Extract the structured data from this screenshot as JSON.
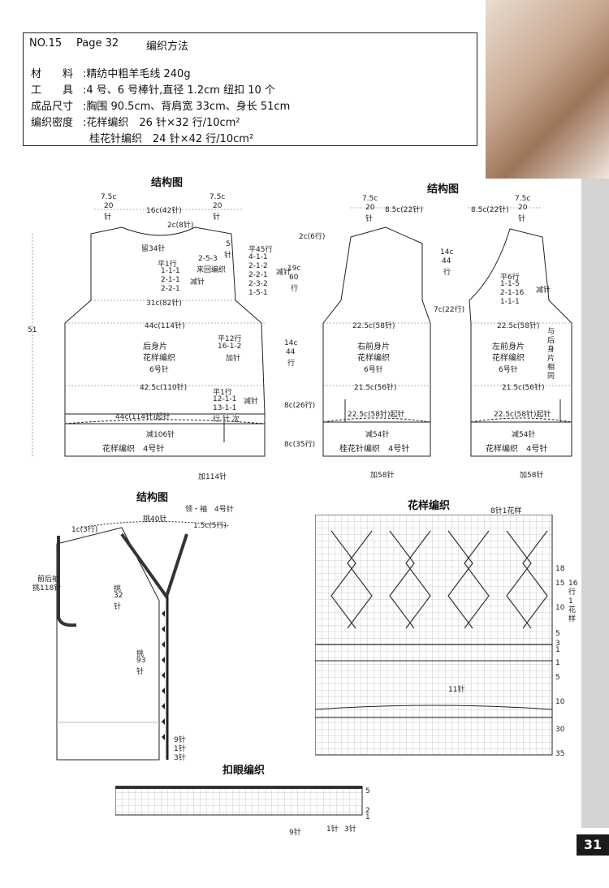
{
  "header": {
    "no": "NO.15",
    "page": "Page 32",
    "method": "编织方法",
    "rows": [
      {
        "label": "材　　料",
        "value": ":精纺中粗羊毛线 240g"
      },
      {
        "label": "工　　具",
        "value": ":4 号、6 号棒针,直径 1.2cm 纽扣 10 个"
      },
      {
        "label": "成品尺寸",
        "value": ":胸围 90.5cm、背肩宽 33cm、身长 51cm"
      },
      {
        "label": "编织密度",
        "value": ":花样编织　26 针×32 行/10cm²"
      },
      {
        "label": "",
        "value": "桂花针编织　24 针×42 行/10cm²"
      }
    ]
  },
  "titles": {
    "struct_left": "结构图",
    "struct_right": "结构图",
    "struct_bottom": "结构图",
    "pattern": "花样编织",
    "buttonhole": "扣眼编织"
  },
  "back": {
    "top_left": "7.5c",
    "top_left2": "20",
    "top_left3": "针",
    "top_mid": "16c(42针)",
    "top_right": "7.5c",
    "top_right2": "20",
    "top_right3": "针",
    "neck": "2c(8针)",
    "neck_rows": "2c(6行)",
    "leave": "留34针",
    "flat": "平1行",
    "dec1": "1-1-1",
    "dec2": "2-1-1",
    "dec3": "2-2-1",
    "dec_label": "减针",
    "turn": "2-5-3",
    "turn_label": "来回编织",
    "five": "5",
    "five2": "针",
    "armhole_flat": "平45行",
    "arm1": "4-1-1",
    "arm2": "2-1-2",
    "arm3": "2-2-1",
    "arm4": "2-3-2",
    "arm5": "1-5-1",
    "arm_dec": "减针",
    "arm_h": "19c",
    "arm_h2": "60",
    "arm_h3": "行",
    "w31": "31c(82针)",
    "w44": "44c(114针)",
    "name": "后身片",
    "pattern": "花样编织",
    "needle": "6号针",
    "side_flat": "平12行",
    "side_inc": "16-1-2",
    "side_inc_label": "加针",
    "h14": "14c",
    "h14b": "44",
    "h14c": "行",
    "w42": "42.5c(110针)",
    "low_flat": "平1行",
    "low1": "12-1-1",
    "low2": "13-1-1",
    "low_dec": "减针",
    "low_rows": "行 针 次",
    "h8": "8c(26行)",
    "w44b": "44c(114针)起针",
    "dec106": "减106针",
    "rib": "花样编织　4号针",
    "h8b": "8c(35行)",
    "add114": "加114针",
    "total_h": "51"
  },
  "fronts": {
    "r_top1": "7.5c",
    "r_top2": "20",
    "r_top3": "针",
    "r_top_mid": "8.5c(22针)",
    "l_top_mid": "8.5c(22针)",
    "l_top1": "7.5c",
    "l_top2": "20",
    "l_top3": "针",
    "h14": "14c",
    "h14b": "44",
    "h14c": "行",
    "h7": "7c(22行)",
    "w22": "22.5c(58针)",
    "w22b": "22.5c(58针)",
    "r_name": "右前身片",
    "r_pattern": "花样编织",
    "r_needle": "6号针",
    "l_name": "左前身片",
    "l_pattern": "花样编织",
    "l_needle": "6号针",
    "w21": "21.5c(56针)",
    "w21b": "21.5c(56针)",
    "r_cast": "22.5c(58针)起针",
    "l_cast": "22.5c(58针)起针",
    "r_dec": "减54针",
    "l_dec": "减54针",
    "r_rib": "桂花针编织　4号针",
    "l_rib": "花样编织　4号针",
    "r_add": "加58针",
    "l_add": "加58针",
    "flat6": "平6行",
    "f1": "1-1-5",
    "f2": "2-1-16",
    "f3": "1-1-1",
    "f_dec": "减针",
    "same": "与后身片相同"
  },
  "edging": {
    "collar": "领・袖　4号针",
    "pick40": "挑40针",
    "c1": "1c(3行)",
    "c15": "1.5c(5行)",
    "sleeve": "前后袖",
    "sleeve2": "挑118针",
    "pick32": "挑",
    "pick32b": "32",
    "pick32c": "针",
    "pick93": "挑",
    "pick93b": "93",
    "pick93c": "针",
    "n9": "9针",
    "n1": "1针",
    "n3": "3针"
  },
  "chart": {
    "repeat": "8针1花样",
    "r18": "18",
    "r15": "15",
    "r10": "10",
    "r5": "5",
    "r3": "3",
    "r1": "1",
    "side": "16行1花样",
    "b1": "1",
    "b5": "5",
    "b10": "10",
    "b30": "30",
    "b35": "35",
    "label11": "11针"
  },
  "buttonhole": {
    "r5": "5",
    "r2": "2",
    "r1": "1",
    "n9": "9针",
    "n1": "1针",
    "n3": "3针"
  },
  "page_number": "31",
  "colors": {
    "ink": "#222222",
    "grid": "#9a9a9a",
    "tab": "#1b1b1b"
  }
}
